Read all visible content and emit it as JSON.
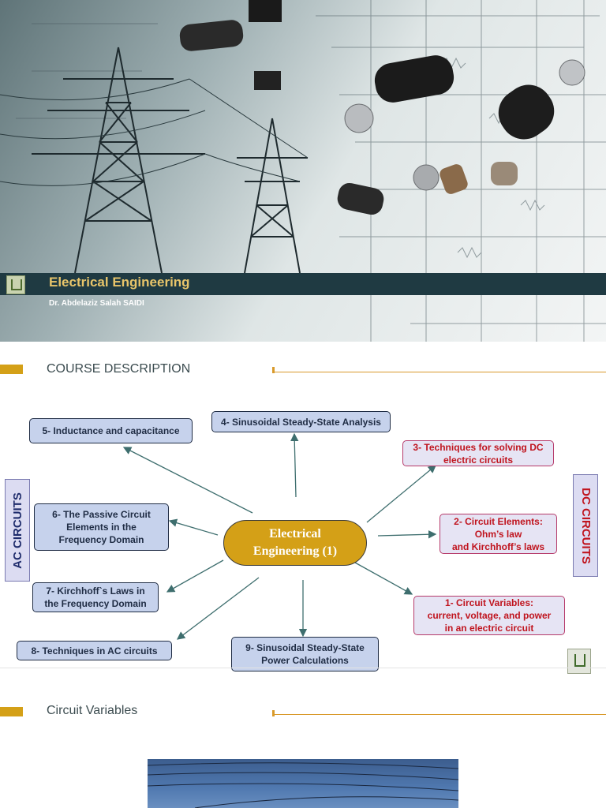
{
  "title_slide": {
    "title": "Electrical Engineering",
    "author": "Dr. Abdelaziz Salah SAIDI"
  },
  "course_description": {
    "heading": "COURSE DESCRIPTION",
    "center": "Electrical\nEngineering (1)",
    "ac_label": "AC CIRCUITS",
    "dc_label": "DC CIRCUITS",
    "nodes": [
      {
        "id": 1,
        "text": "1- Circuit Variables:\ncurrent, voltage, and power\nin an electric circuit",
        "group": "dc"
      },
      {
        "id": 2,
        "text": "2- Circuit Elements:\nOhm’s law\nand Kirchhoff’s laws",
        "group": "dc"
      },
      {
        "id": 3,
        "text": "3- Techniques for solving DC\nelectric circuits",
        "group": "dc"
      },
      {
        "id": 4,
        "text": "4- Sinusoidal Steady-State Analysis",
        "group": "ac"
      },
      {
        "id": 5,
        "text": "5- Inductance and capacitance",
        "group": "ac"
      },
      {
        "id": 6,
        "text": "6- The Passive Circuit\nElements in the\nFrequency Domain",
        "group": "ac"
      },
      {
        "id": 7,
        "text": "7- Kirchhoff`s Laws in\nthe Frequency Domain",
        "group": "ac"
      },
      {
        "id": 8,
        "text": "8- Techniques in AC circuits",
        "group": "ac"
      },
      {
        "id": 9,
        "text": "9- Sinusoidal Steady-State\nPower Calculations",
        "group": "ac"
      }
    ]
  },
  "next_slide": {
    "heading": "Circuit Variables"
  },
  "colors": {
    "accent_gold": "#d4a017",
    "ac_node_fill": "#c6d2ec",
    "dc_text": "#c0141e",
    "title_bar": "#1f3a42"
  }
}
